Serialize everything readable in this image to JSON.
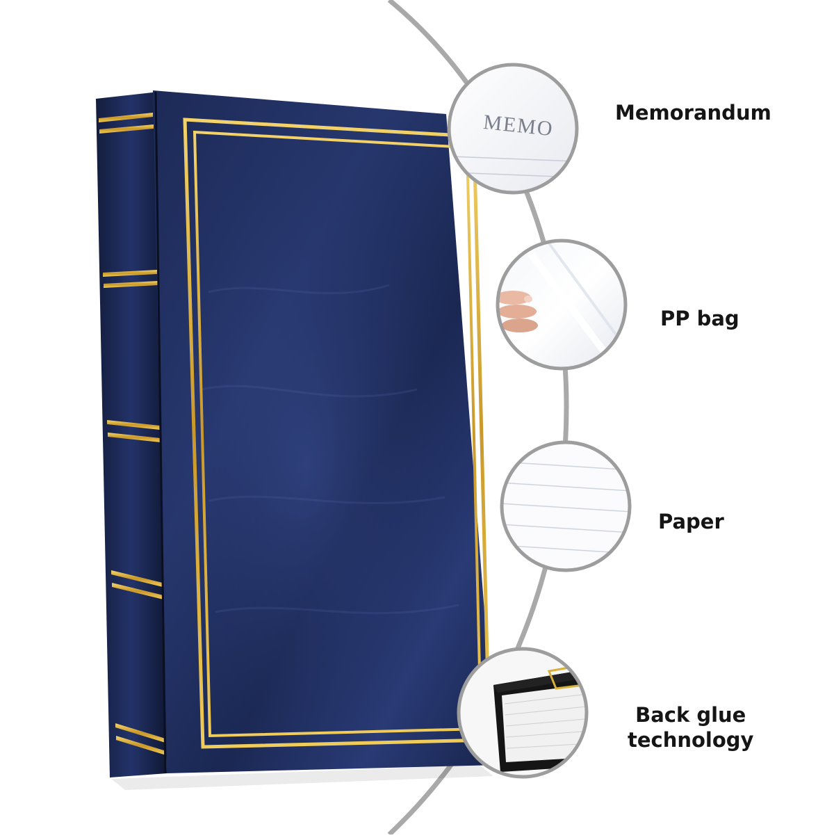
{
  "colors": {
    "album_navy": "#1c2a55",
    "album_dark": "#0e1530",
    "gold_trim": "#d9b13a",
    "connector_arc": "#a8a8a8",
    "circle_border": "#9b9b9b"
  },
  "album": {
    "spine_icon": "gold-band-icon"
  },
  "features": [
    {
      "label": "Memorandum",
      "detail_text": "MEMO"
    },
    {
      "label": "PP bag"
    },
    {
      "label": "Paper"
    },
    {
      "label_line1": "Back glue",
      "label_line2": "technology"
    }
  ]
}
